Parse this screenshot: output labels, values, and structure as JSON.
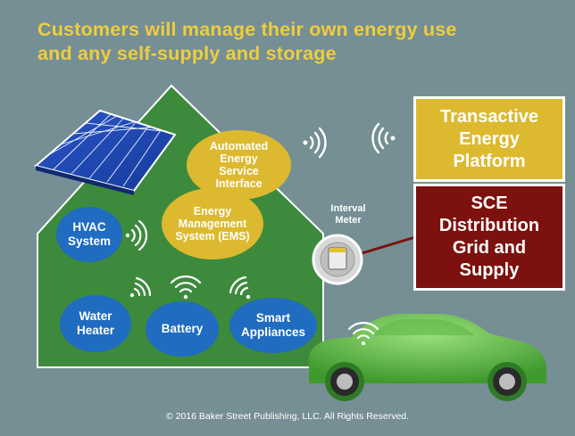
{
  "title": {
    "line1": "Customers will manage their own energy use",
    "line2": "and any self-supply and storage"
  },
  "nodes": {
    "aesi": "Automated Energy Service Interface",
    "ems": "Energy Management System (EMS)",
    "hvac": "HVAC System",
    "water_heater": "Water Heater",
    "battery": "Battery",
    "smart_appliances": "Smart Appliances",
    "interval_meter": "Interval Meter",
    "transactive": "Transactive Energy Platform",
    "sce": "SCE Distribution Grid and Supply"
  },
  "footer": "© 2016 Baker Street Publishing, LLC.  All Rights Reserved.",
  "colors": {
    "background": "#758f94",
    "house": "#3d8a3d",
    "title": "#f0cd3c",
    "yellow_node": "#dcb92f",
    "blue_node": "#1f6cc0",
    "grid_box": "#7d110d",
    "car": "#5fb844"
  }
}
